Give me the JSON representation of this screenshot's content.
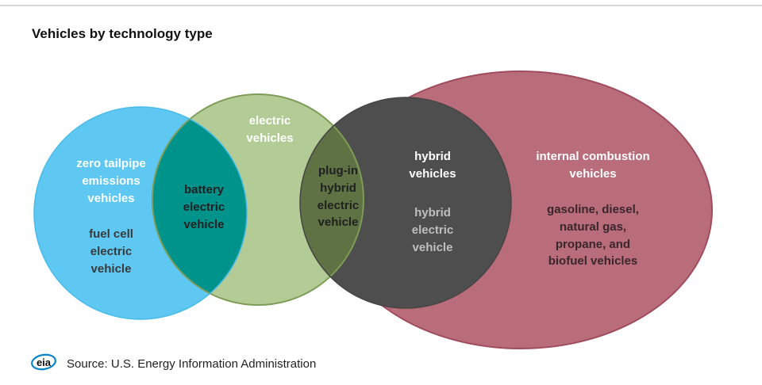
{
  "page": {
    "title": "Vehicles by technology type",
    "footer": {
      "logo_text": "eia",
      "source": "Source: U.S. Energy Information Administration"
    }
  },
  "diagram": {
    "type": "venn",
    "sets": [
      {
        "name": "zero tailpipe emissions vehicles",
        "example": "fuel cell electric vehicle",
        "color": "#5EC8F2"
      },
      {
        "name": "electric vehicles",
        "color": "#B3CC96"
      },
      {
        "name": "hybrid vehicles",
        "example": "hybrid electric vehicle",
        "color": "#4E4E4E"
      },
      {
        "name": "internal combustion vehicles",
        "example": "gasoline, diesel, natural gas, propane, and biofuel vehicles",
        "color": "#B96C7A"
      }
    ],
    "intersections": [
      {
        "sets": [
          "zero tailpipe emissions vehicles",
          "electric vehicles"
        ],
        "label": "battery electric vehicle",
        "color": "#00938C"
      },
      {
        "sets": [
          "electric vehicles",
          "hybrid vehicles"
        ],
        "label": "plug-in hybrid electric vehicle",
        "color": "#5E7244"
      }
    ],
    "labels": {
      "zero_tailpipe": "zero tailpipe\nemissions\nvehicles",
      "fuel_cell": "fuel cell\nelectric\nvehicle",
      "battery_electric": "battery\nelectric\nvehicle",
      "electric_vehicles": "electric\nvehicles",
      "plug_in": "plug-in\nhybrid\nelectric\nvehicle",
      "hybrid_vehicles": "hybrid\nvehicles",
      "hybrid_electric": "hybrid\nelectric\nvehicle",
      "internal_combustion": "internal combustion\nvehicles",
      "ic_examples": "gasoline, diesel,\nnatural gas,\npropane, and\nbiofuel vehicles"
    },
    "colors": {
      "blue": "#5EC8F2",
      "blue_stroke": "#49BBE8",
      "green": "#B3CC96",
      "green_stroke": "#7E9C55",
      "teal": "#00938C",
      "gray": "#4E4E4E",
      "gray_stroke": "#454545",
      "olive": "#5E7244",
      "rose": "#B96C7A",
      "rose_stroke": "#A14C5E",
      "text_white": "#FFFFFF",
      "text_dark": "#3A3A3A",
      "text_light_gray": "#BFBFBF",
      "text_dark_maroon": "#3A262D"
    }
  }
}
